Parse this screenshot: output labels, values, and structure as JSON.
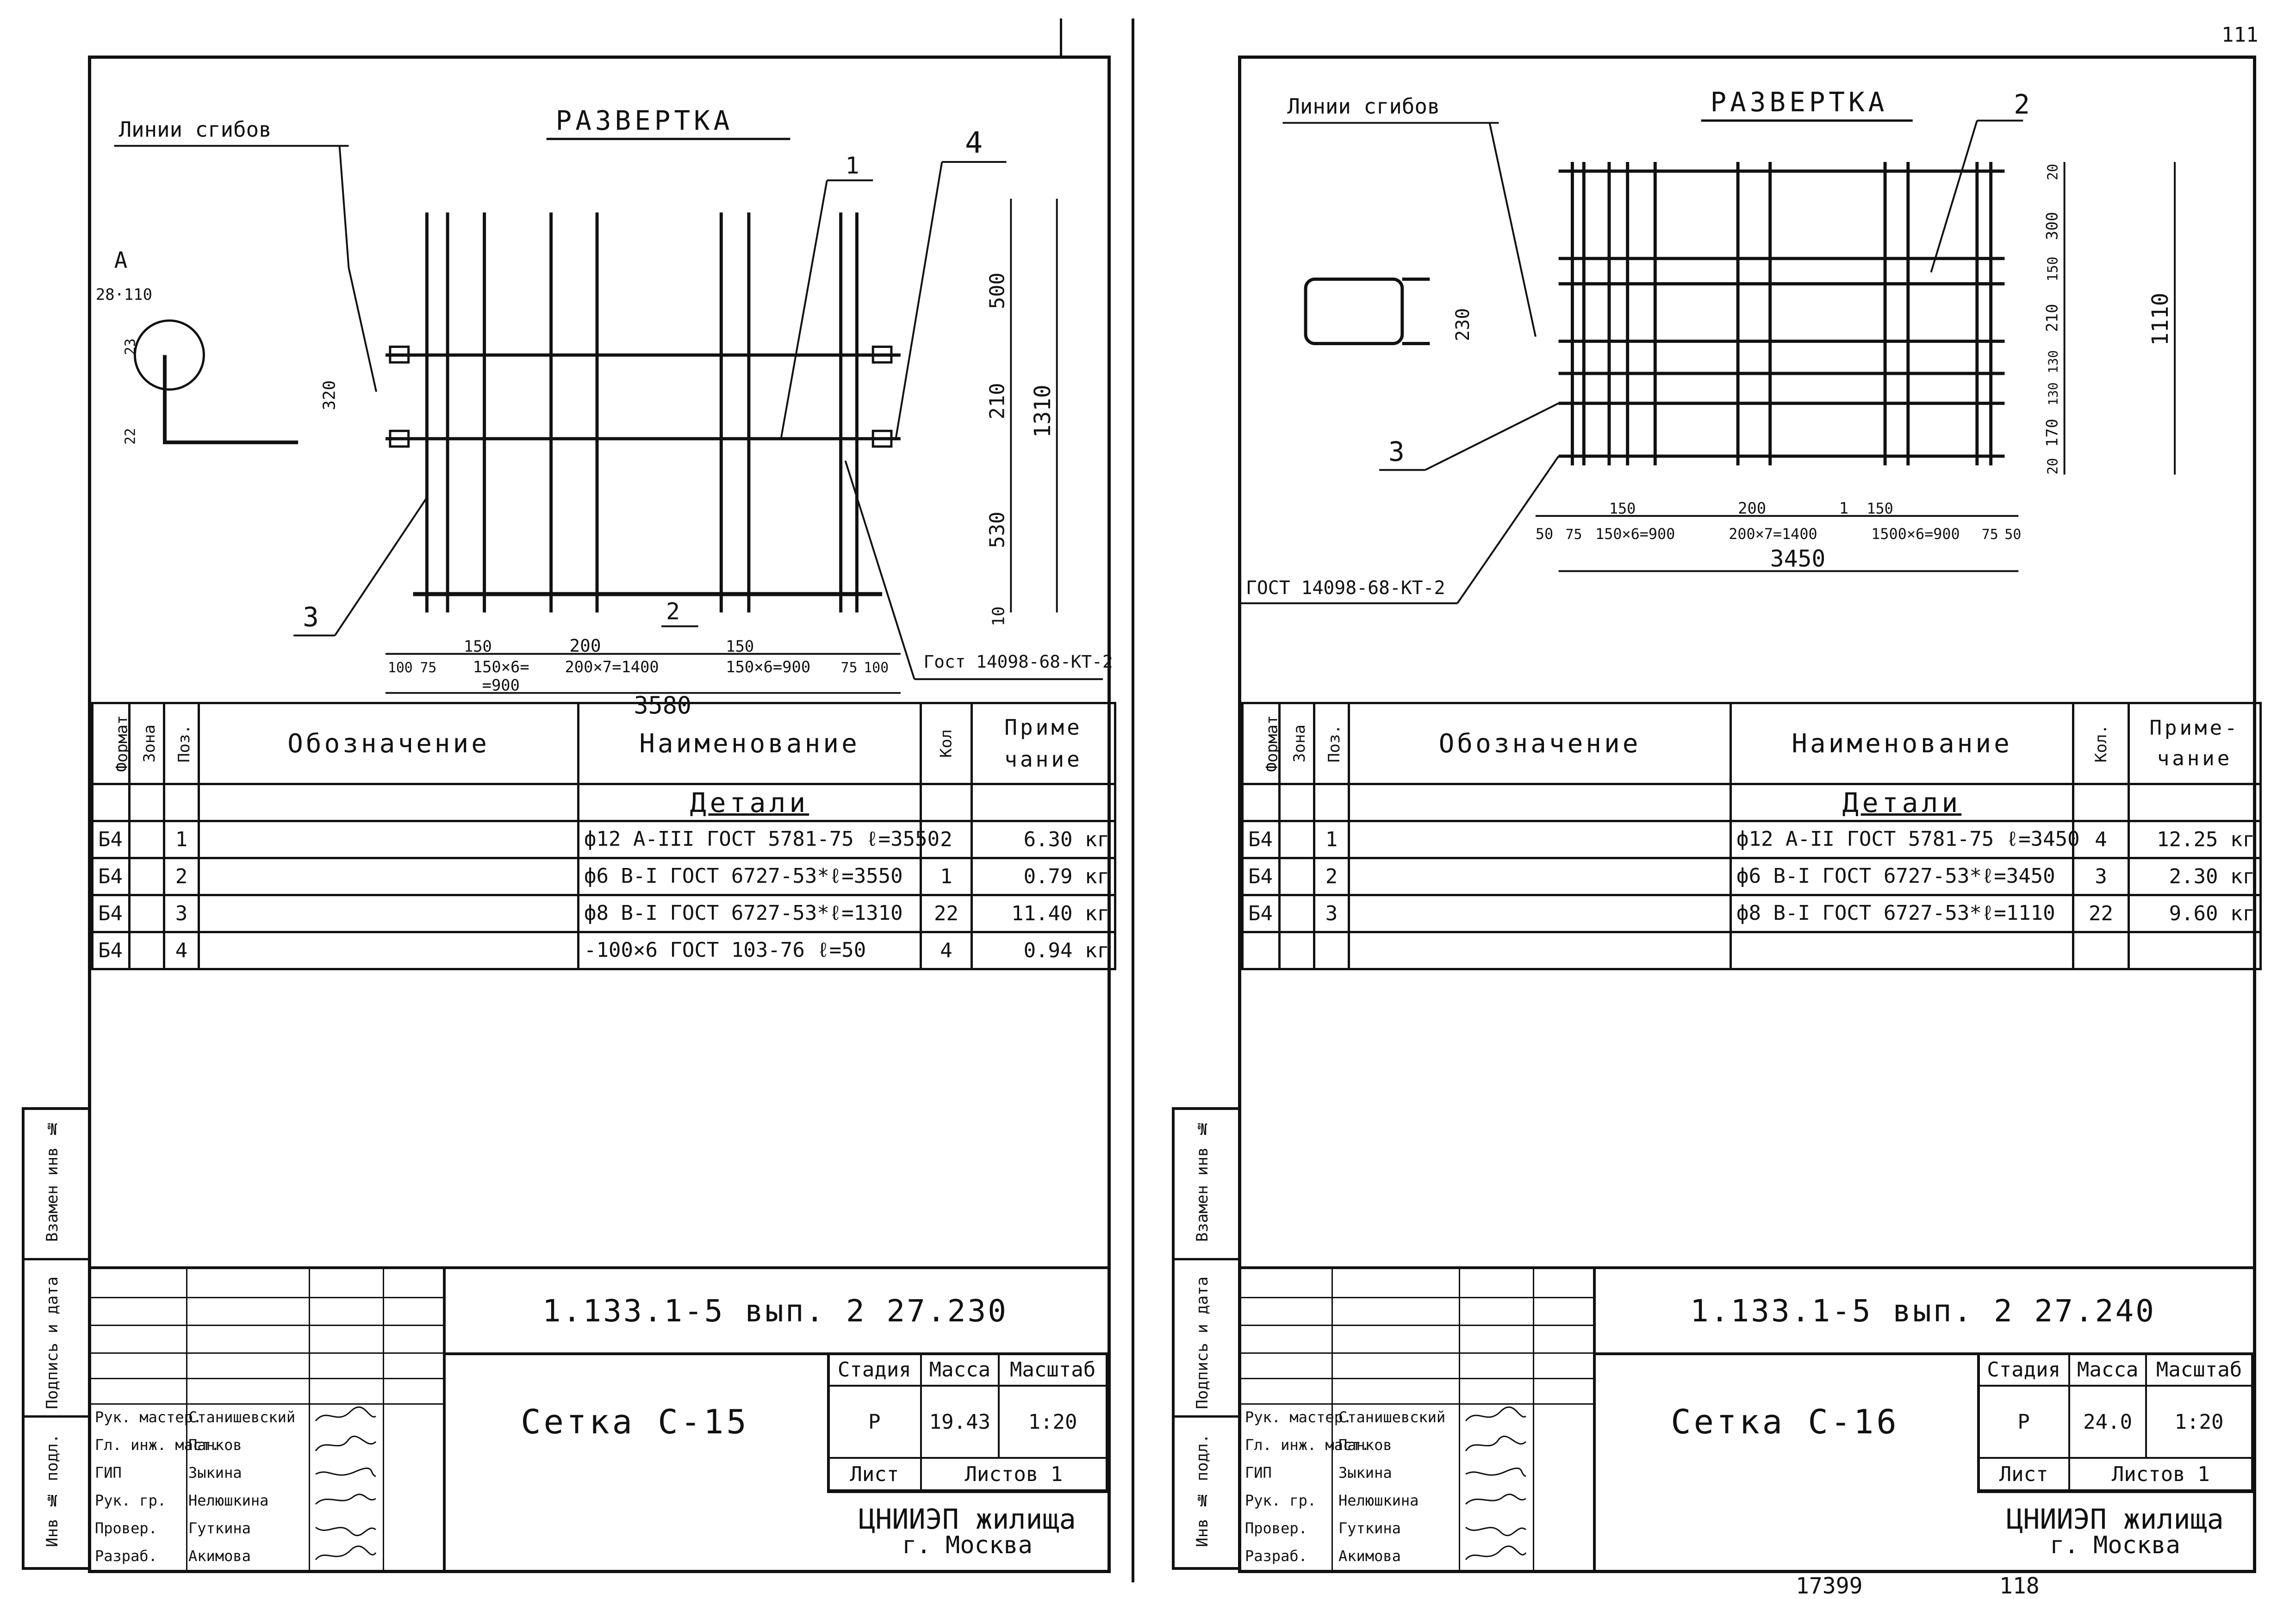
{
  "sheets": [
    {
      "drawing": {
        "title": "РАЗВЕРТКА",
        "fold_lines": "Линии сгибов",
        "detail_mark": "А",
        "detail_size": "28·110",
        "dims_left": [
          "23",
          "22",
          "320"
        ],
        "dims_right": [
          "500",
          "210",
          "530",
          "10",
          "1310"
        ],
        "dims_bottom": [
          "100",
          "75",
          "150",
          "150×6=",
          "=900",
          "200",
          "200×7=1400",
          "150",
          "150×6=900",
          "75",
          "100",
          "3580"
        ],
        "callouts": [
          "1",
          "2",
          "3",
          "4"
        ],
        "gost_note": "Гост 14098-68-КТ-2"
      },
      "spec_headers": {
        "format": "Формат",
        "zone": "Зона",
        "pos": "Поз.",
        "designation": "Обозначение",
        "name": "Наименование",
        "qty": "Кол",
        "note_1": "Приме",
        "note_2": "чание"
      },
      "spec_group": "Детали",
      "spec_rows": [
        {
          "format": "Б4",
          "pos": "1",
          "name": "ф12 А-III ГОСТ 5781-75 ℓ=3550",
          "qty": "2",
          "note": "6.30 кг"
        },
        {
          "format": "Б4",
          "pos": "2",
          "name": "ф6 В-I ГОСТ 6727-53*ℓ=3550",
          "qty": "1",
          "note": "0.79 кг"
        },
        {
          "format": "Б4",
          "pos": "3",
          "name": "ф8 В-I ГОСТ 6727-53*ℓ=1310",
          "qty": "22",
          "note": "11.40 кг"
        },
        {
          "format": "Б4",
          "pos": "4",
          "name": "-100×6 ГОСТ 103-76 ℓ=50",
          "qty": "4",
          "note": "0.94 кг"
        }
      ],
      "title_block": {
        "code": "1.133.1-5 вып. 2 27.230",
        "name": "Сетка С-15",
        "stage_label": "Стадия",
        "mass_label": "Масса",
        "scale_label": "Масштаб",
        "stage": "Р",
        "mass": "19.43",
        "scale": "1:20",
        "sheet_label": "Лист",
        "sheets_label": "Листов 1",
        "org_1": "ЦНИИЭП жилища",
        "org_2": "г. Москва",
        "people": [
          {
            "role": "Рук. мастер.",
            "name": "Станишевский"
          },
          {
            "role": "Гл. инж. маст.",
            "name": "Панков"
          },
          {
            "role": "ГИП",
            "name": "Зыкина"
          },
          {
            "role": "Рук. гр.",
            "name": "Нелюшкина"
          },
          {
            "role": "Провер.",
            "name": "Гуткина"
          },
          {
            "role": "Разраб.",
            "name": "Акимова"
          }
        ]
      }
    },
    {
      "drawing": {
        "title": "РАЗВЕРТКА",
        "fold_lines": "Линии сгибов",
        "dims_left": [
          "230"
        ],
        "dims_right": [
          "20",
          "300",
          "150",
          "210",
          "130",
          "130",
          "170",
          "20",
          "1110"
        ],
        "dims_bottom": [
          "50",
          "75",
          "150",
          "150×6=900",
          "200",
          "200×7=1400",
          "1",
          "150",
          "1500×6=900",
          "75",
          "50",
          "3450"
        ],
        "callouts": [
          "2",
          "3"
        ],
        "gost_note": "ГОСТ 14098-68-КТ-2"
      },
      "spec_headers": {
        "format": "Формат",
        "zone": "Зона",
        "pos": "Поз.",
        "designation": "Обозначение",
        "name": "Наименование",
        "qty": "Кол.",
        "note_1": "Приме-",
        "note_2": "чание"
      },
      "spec_group": "Детали",
      "spec_rows": [
        {
          "format": "Б4",
          "pos": "1",
          "name": "ф12 А-II ГОСТ 5781-75 ℓ=3450",
          "qty": "4",
          "note": "12.25 кг"
        },
        {
          "format": "Б4",
          "pos": "2",
          "name": "ф6 В-I ГОСТ 6727-53*ℓ=3450",
          "qty": "3",
          "note": "2.30 кг"
        },
        {
          "format": "Б4",
          "pos": "3",
          "name": "ф8 В-I ГОСТ 6727-53*ℓ=1110",
          "qty": "22",
          "note": "9.60 кг"
        }
      ],
      "title_block": {
        "code": "1.133.1-5 вып. 2 27.240",
        "name": "Сетка С-16",
        "stage_label": "Стадия",
        "mass_label": "Масса",
        "scale_label": "Масштаб",
        "stage": "Р",
        "mass": "24.0",
        "scale": "1:20",
        "sheet_label": "Лист",
        "sheets_label": "Листов 1",
        "org_1": "ЦНИИЭП жилища",
        "org_2": "г. Москва",
        "people": [
          {
            "role": "Рук. мастер.",
            "name": "Станишевский"
          },
          {
            "role": "Гл. инж. маст.",
            "name": "Панков"
          },
          {
            "role": "ГИП",
            "name": "Зыкина"
          },
          {
            "role": "Рук. гр.",
            "name": "Нелюшкина"
          },
          {
            "role": "Провер.",
            "name": "Гуткина"
          },
          {
            "role": "Разраб.",
            "name": "Акимова"
          }
        ]
      }
    }
  ],
  "side_stamp": [
    "Взамен инв №",
    "Подпись и дата",
    "Инв № подл."
  ],
  "footer_numbers": [
    "17399",
    "118"
  ],
  "page_corner": "111"
}
